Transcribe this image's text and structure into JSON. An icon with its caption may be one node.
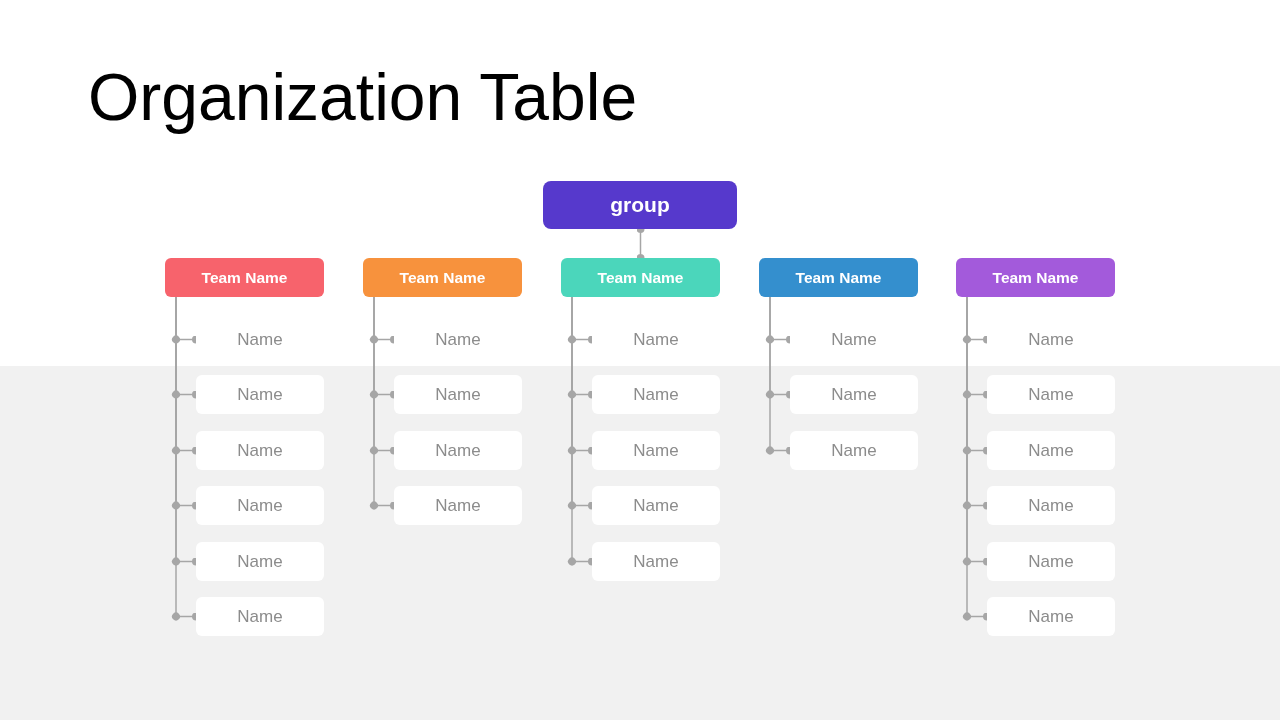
{
  "diagram": {
    "title": "Organization Table",
    "nodes": [
      {
        "text": [
          "group"
        ]
      },
      {
        "text": [
          "Team Name"
        ]
      },
      {
        "text": [
          "Name"
        ]
      },
      {
        "text": [
          "Name"
        ]
      },
      {
        "text": [
          "Name"
        ]
      },
      {
        "text": [
          "Name"
        ]
      },
      {
        "text": [
          "Name"
        ]
      },
      {
        "text": [
          "Name"
        ]
      },
      {
        "text": [
          "Team Name"
        ]
      },
      {
        "text": [
          "Name"
        ]
      },
      {
        "text": [
          "Name"
        ]
      },
      {
        "text": [
          "Name"
        ]
      },
      {
        "text": [
          "Name"
        ]
      },
      {
        "text": [
          "Team Name"
        ]
      },
      {
        "text": [
          "Name"
        ]
      },
      {
        "text": [
          "Name"
        ]
      },
      {
        "text": [
          "Name"
        ]
      },
      {
        "text": [
          "Name"
        ]
      },
      {
        "text": [
          "Name"
        ]
      },
      {
        "text": [
          "Team Name"
        ]
      },
      {
        "text": [
          "Name"
        ]
      },
      {
        "text": [
          "Name"
        ]
      },
      {
        "text": [
          "Name"
        ]
      },
      {
        "text": [
          "Team Name"
        ]
      },
      {
        "text": [
          "Name"
        ]
      },
      {
        "text": [
          "Name"
        ]
      },
      {
        "text": [
          "Name"
        ]
      },
      {
        "text": [
          "Name"
        ]
      },
      {
        "text": [
          "Name"
        ]
      },
      {
        "text": [
          "Name"
        ]
      }
    ],
    "edges": [
      {
        "from": 0,
        "to": 13,
        "arrow": "other"
      },
      {
        "from": 1,
        "to": 2,
        "arrow": "other"
      },
      {
        "from": 1,
        "to": 3,
        "arrow": "other"
      },
      {
        "from": 1,
        "to": 4,
        "arrow": "other"
      },
      {
        "from": 1,
        "to": 5,
        "arrow": "other"
      },
      {
        "from": 1,
        "to": 6,
        "arrow": "other"
      },
      {
        "from": 1,
        "to": 7,
        "arrow": "other"
      },
      {
        "from": 8,
        "to": 9,
        "arrow": "other"
      },
      {
        "from": 8,
        "to": 10,
        "arrow": "other"
      },
      {
        "from": 8,
        "to": 11,
        "arrow": "other"
      },
      {
        "from": 8,
        "to": 12,
        "arrow": "other"
      },
      {
        "from": 13,
        "to": 14,
        "arrow": "other"
      },
      {
        "from": 13,
        "to": 15,
        "arrow": "other"
      },
      {
        "from": 13,
        "to": 16,
        "arrow": "other"
      },
      {
        "from": 13,
        "to": 17,
        "arrow": "other"
      },
      {
        "from": 13,
        "to": 18,
        "arrow": "other"
      },
      {
        "from": 19,
        "to": 20,
        "arrow": "other"
      },
      {
        "from": 19,
        "to": 21,
        "arrow": "other"
      },
      {
        "from": 19,
        "to": 22,
        "arrow": "other"
      },
      {
        "from": 23,
        "to": 24,
        "arrow": "other"
      },
      {
        "from": 23,
        "to": 25,
        "arrow": "other"
      },
      {
        "from": 23,
        "to": 26,
        "arrow": "other"
      },
      {
        "from": 23,
        "to": 27,
        "arrow": "other"
      },
      {
        "from": 23,
        "to": 28,
        "arrow": "other"
      },
      {
        "from": 23,
        "to": 29,
        "arrow": "other"
      }
    ]
  }
}
